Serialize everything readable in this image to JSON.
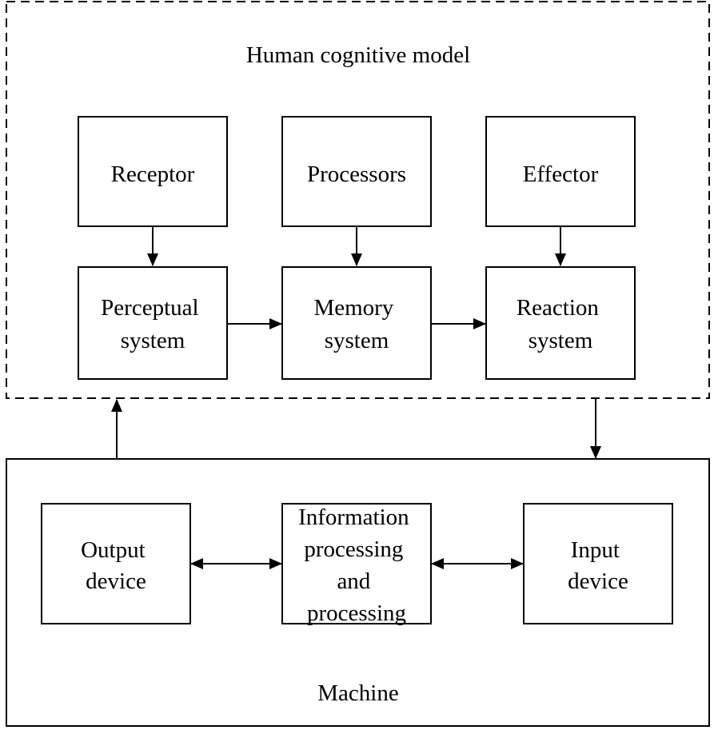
{
  "human_model": {
    "title": "Human cognitive model",
    "receptor": "Receptor",
    "processors": "Processors",
    "effector": "Effector",
    "perceptual_system": [
      "Perceptual",
      "system"
    ],
    "memory_system": [
      "Memory",
      "system"
    ],
    "reaction_system": [
      "Reaction",
      "system"
    ]
  },
  "machine": {
    "title": "Machine",
    "output_device": [
      "Output",
      "device"
    ],
    "information_processing": [
      "Information",
      "processing",
      "and",
      "processing"
    ],
    "input_device": [
      "Input",
      "device"
    ]
  }
}
